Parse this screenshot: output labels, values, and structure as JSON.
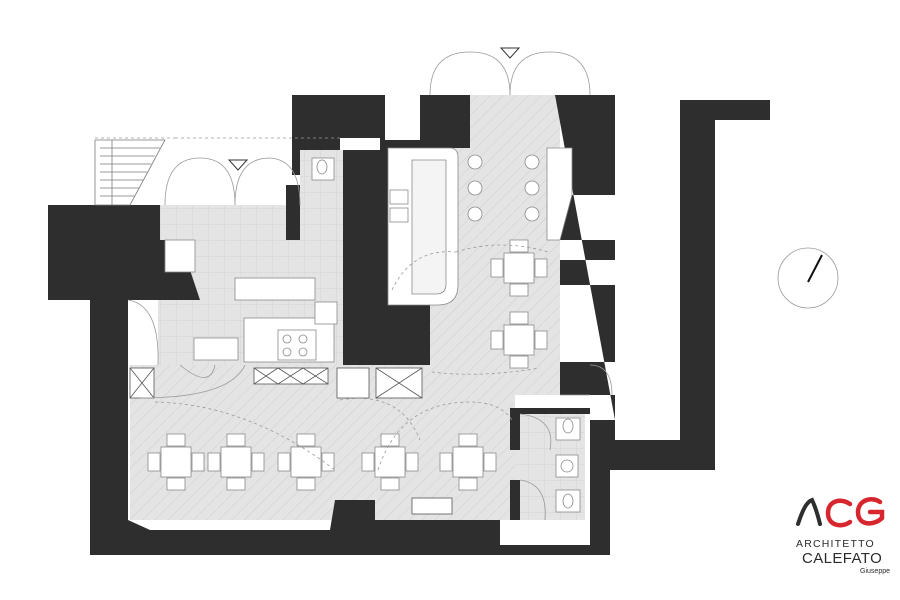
{
  "plan": {
    "wall_color": "#2e2e2e",
    "floor_color": "#e6e6e6",
    "line_color": "#9a9a9a",
    "furniture_color": "#ffffff"
  },
  "logo": {
    "mark_letters": "ACG",
    "mark_colors": {
      "a": "#2e2e2e",
      "c": "#d7262e",
      "g": "#d7262e"
    },
    "line1": "ARCHITETTO",
    "line2": "CALEFATO",
    "line3": "Giuseppe"
  }
}
